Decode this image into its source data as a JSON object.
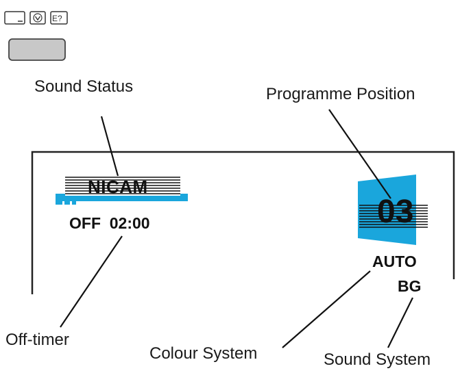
{
  "icons": [
    "tv-icon",
    "down-arrow-box-icon",
    "teletext-info-icon"
  ],
  "labels": {
    "sound_status": "Sound Status",
    "programme_position": "Programme Position",
    "off_timer": "Off-timer",
    "colour_system": "Colour System",
    "sound_system": "Sound System"
  },
  "osd": {
    "sound_status": "NICAM",
    "off_timer": "OFF  02:00",
    "programme_number": "03",
    "colour_system": "AUTO",
    "sound_system": "BG"
  },
  "colors": {
    "accent_blue": "#1aa6dc",
    "frame_line": "#222222",
    "key_fill": "#c8c8c8"
  }
}
